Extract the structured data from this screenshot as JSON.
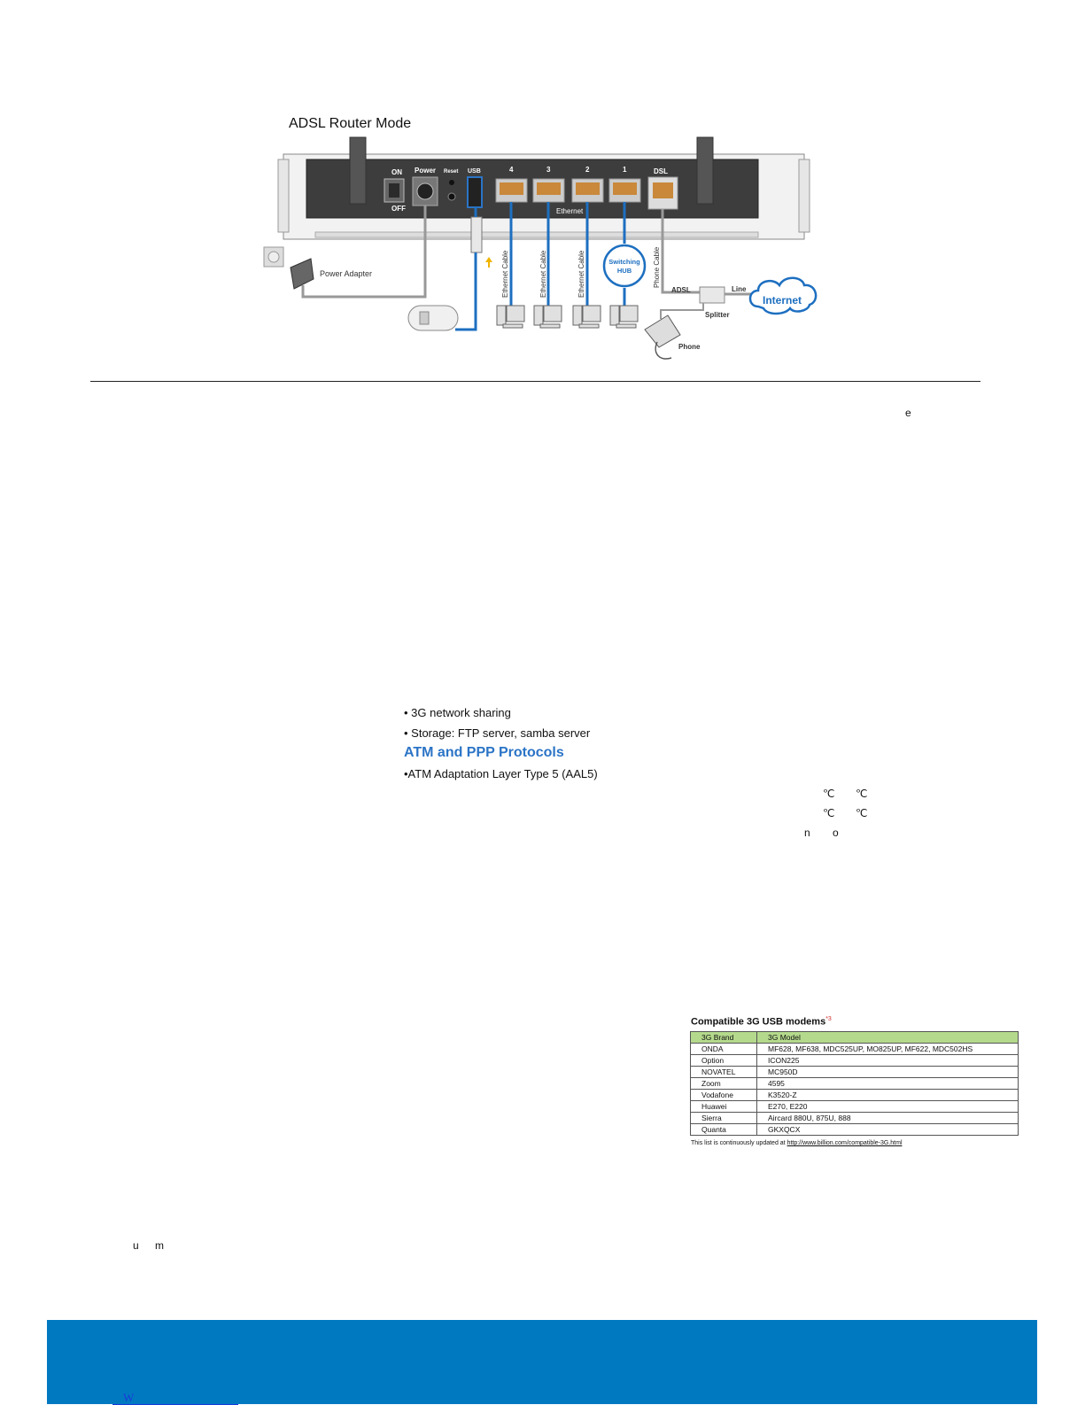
{
  "diagram": {
    "title": "ADSL Router Mode",
    "labels": {
      "on": "ON",
      "off": "OFF",
      "power": "Power",
      "reset": "Reset",
      "usb": "USB",
      "port4": "4",
      "port3": "3",
      "port2": "2",
      "port1": "1",
      "dsl": "DSL",
      "ethernet": "Ethernet",
      "power_adapter": "Power Adapter",
      "ethernet_cable": "Ethernet Cable",
      "switching_hub_line1": "Switching",
      "switching_hub_line2": "HUB",
      "phone_cable": "Phone Cable",
      "adsl": "ADSL",
      "line": "Line",
      "splitter": "Splitter",
      "internet": "Internet",
      "phone": "Phone"
    }
  },
  "stray_glyphs": {
    "e": "e",
    "deg1": "℃",
    "deg2": "℃",
    "deg3": "℃",
    "deg4": "℃",
    "n": "n",
    "o": "o",
    "u": "u",
    "m": "m"
  },
  "content": {
    "bullet_3g": "• 3G network sharing",
    "bullet_storage": "• Storage: FTP server, samba server",
    "atm_heading": "ATM and PPP Protocols",
    "bullet_aal5": "•ATM Adaptation Layer Type 5 (AAL5)"
  },
  "modem_table": {
    "title": "Compatible 3G USB modems",
    "title_sup": "*3",
    "headers": [
      "3G Brand",
      "3G Model"
    ],
    "rows": [
      [
        "ONDA",
        "MF628, MF638, MDC525UP, MO825UP, MF622, MDC502HS"
      ],
      [
        "Option",
        "ICON225"
      ],
      [
        "NOVATEL",
        "MC950D"
      ],
      [
        "Zoom",
        "4595"
      ],
      [
        "Vodafone",
        "K3520-Z"
      ],
      [
        "Huawei",
        "E270, E220"
      ],
      [
        "Sierra",
        "Aircard 880U, 875U, 888"
      ],
      [
        "Quanta",
        "GKXQCX"
      ]
    ],
    "footnote_prefix": "This list is continuously updated at ",
    "footnote_link": "http://www.billion.com/compatible-3G.html"
  },
  "footer": {
    "link_text": "W"
  },
  "colors": {
    "accent_blue": "#2b74c6",
    "cable_blue": "#1d6fc0",
    "footer_blue": "#0079c1",
    "table_header_green": "#b4d98c"
  }
}
